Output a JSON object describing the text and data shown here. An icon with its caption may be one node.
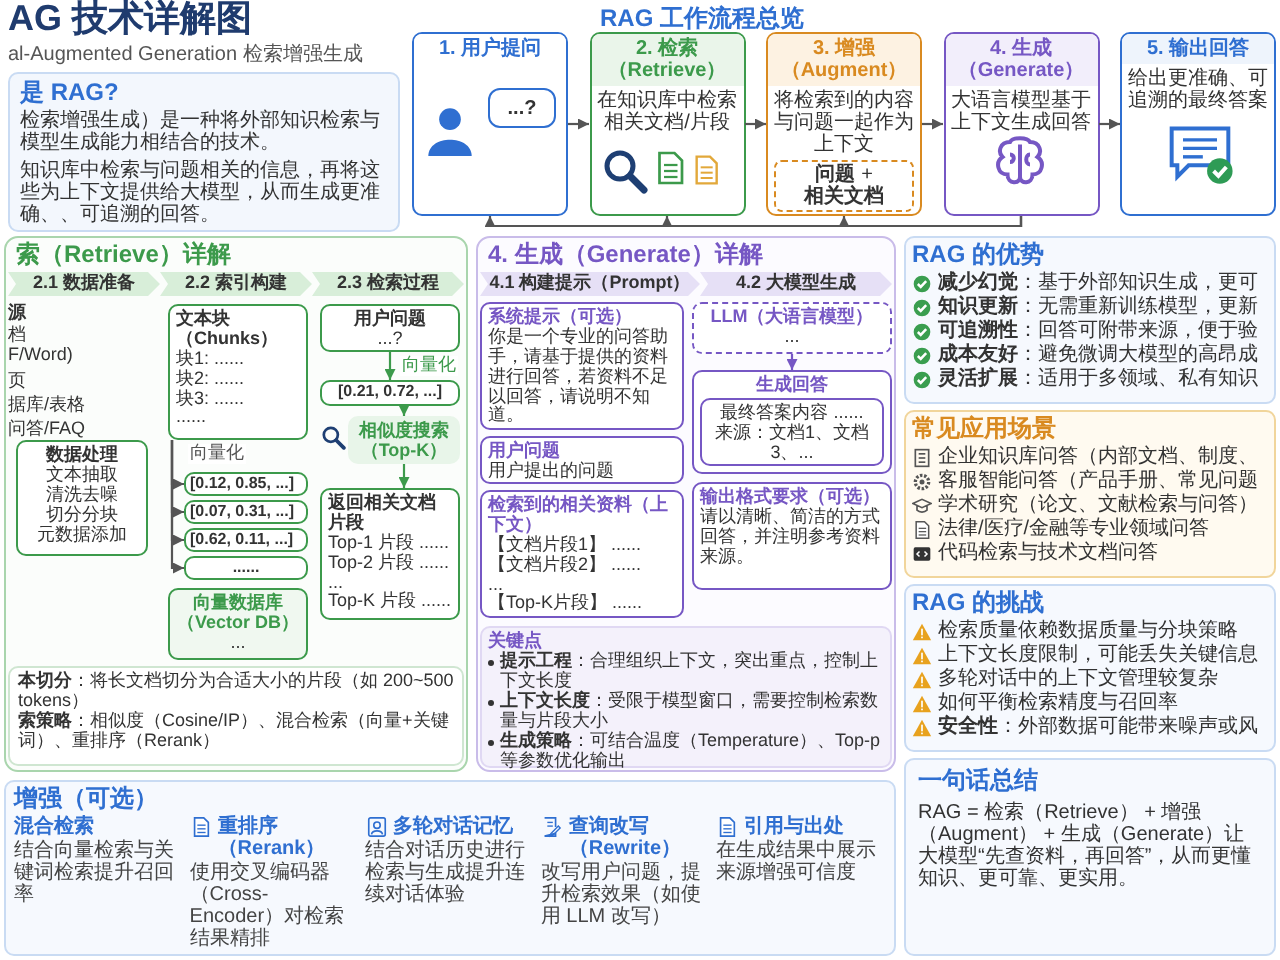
{
  "diagram": {
    "title": "AG 技术详解图",
    "nodes": [
      {
        "text": [
          "是 RAG?",
          "检索增强生成）是一种将外部知识检索与模型生成能力相结合的技术。",
          "知识库中检索与问题相关的信息，再将这些为上下文提供给大模型，从而生成更准确、、可追溯的回答。"
        ]
      },
      {
        "text": [
          "1. 用户提问"
        ]
      },
      {
        "text": [
          "...?"
        ],
        "in": 1
      },
      {
        "text": [
          "2. 检索（Retrieve）",
          "在知识库中检索相关文档/片段"
        ]
      },
      {
        "text": [
          "3. 增强（Augment）",
          "将检索到的内容与问题一起作为上下文"
        ]
      },
      {
        "text": [
          "问题",
          "+",
          "相关文档"
        ],
        "in": 4
      },
      {
        "text": [
          "4. 生成（Generate）",
          "大语言模型基于上下文生成回答"
        ]
      },
      {
        "text": [
          "5. 输出回答",
          "给出更准确、可追溯的最终答案"
        ]
      },
      {
        "text": [
          "索（Retrieve）详解"
        ]
      },
      {
        "text": [
          "2.1 数据准备"
        ],
        "in": 8
      },
      {
        "text": [
          "2.2 索引构建"
        ],
        "in": 8
      },
      {
        "text": [
          "2.3 检索过程"
        ],
        "in": 8
      },
      {
        "text": [
          "数据处理",
          "文本抽取",
          "清洗去噪",
          "切分分块",
          "元数据添加"
        ],
        "in": 8
      },
      {
        "text": [
          "文本块（Chunks）",
          "块1: ......",
          "块2: ......",
          "块3: ......",
          "......"
        ],
        "in": 8
      },
      {
        "text": [
          "[0.12, 0.85, ...]"
        ],
        "in": 8
      },
      {
        "text": [
          "[0.07, 0.31, ...]"
        ],
        "in": 8
      },
      {
        "text": [
          "[0.62, 0.11, ...]"
        ],
        "in": 8
      },
      {
        "text": [
          "......"
        ],
        "in": 8
      },
      {
        "text": [
          "向量数据库（Vector DB）",
          "..."
        ],
        "in": 8
      },
      {
        "text": [
          "用户问题",
          "...?"
        ],
        "in": 8
      },
      {
        "text": [
          "[0.21, 0.72, ...]"
        ],
        "in": 8
      },
      {
        "text": [
          "相似度搜索（Top-K）"
        ],
        "in": 8
      },
      {
        "text": [
          "返回相关文档片段",
          "Top-1 片段 ......",
          "Top-2 片段 ......",
          "...",
          "Top-K 片段 ......"
        ],
        "in": 8
      },
      {
        "text": [
          "**本切分**：将长文档切分为合适大小的片段（如 200~500 tokens）",
          "**索策略**：相似度（Cosine/IP）、混合检索（向量+关键词）、重排序（Rerank）"
        ],
        "in": 8
      },
      {
        "text": [
          "4. 生成（Generate）详解"
        ]
      },
      {
        "text": [
          "4.1 构建提示（Prompt）"
        ],
        "in": 24
      },
      {
        "text": [
          "4.2 大模型生成"
        ],
        "in": 24
      },
      {
        "text": [
          "系统提示（可选）",
          "你是一个专业的问答助手，请基于提供的资料进行回答，若资料不足以回答，请说明不知道。"
        ],
        "in": 24
      },
      {
        "text": [
          "用户问题",
          "用户提出的问题"
        ],
        "in": 24
      },
      {
        "text": [
          "检索到的相关资料（上下文）",
          "【文档片段1】 ......",
          "【文档片段2】 ......",
          "...",
          "【Top-K片段】 ......"
        ],
        "in": 24
      },
      {
        "text": [
          "输出格式要求（可选）",
          "请以清晰、简洁的方式回答，并注明参考资料来源。"
        ],
        "in": 24
      },
      {
        "text": [
          "LLM（大语言模型）",
          "..."
        ],
        "in": 24
      },
      {
        "text": [
          "生成回答"
        ],
        "in": 24
      },
      {
        "text": [
          "最终答案内容 ......",
          "来源：文档1、文档3、..."
        ],
        "in": 32
      },
      {
        "text": [
          "关键点",
          "**提示工程**：合理组织上下文，突出重点，控制上下文长度",
          "**上下文长度**：受限于模型窗口，需要控制检索数量与片段大小",
          "**生成策略**：可结合温度（Temperature）、Top-p 等参数优化输出"
        ],
        "in": 24
      },
      {
        "text": [
          "RAG 的优势",
          "**减少幻觉**：基于外部知识生成，更可",
          "**知识更新**：无需重新训练模型，更新",
          "**可追溯性**：回答可附带来源，便于验",
          "**成本友好**：避免微调大模型的高昂成",
          "**灵活扩展**：适用于多领域、私有知识"
        ]
      },
      {
        "text": [
          "常见应用场景",
          "企业知识库问答（内部文档、制度、",
          "客服智能问答（产品手册、常见问题",
          "学术研究（论文、文献检索与问答）",
          "法律/医疗/金融等专业领域问答",
          "代码检索与技术文档问答"
        ]
      },
      {
        "text": [
          "RAG 的挑战",
          "检索质量依赖数据质量与分块策略",
          "上下文长度限制，可能丢失关键信息",
          "多轮对话中的上下文管理较复杂",
          "如何平衡检索精度与召回率",
          "**安全性**：外部数据可能带来噪声或风"
        ]
      },
      {
        "text": [
          "增强（可选）",
          "混合检索",
          "结合向量检索与关键词检索提升召回率",
          "重排序（Rerank）",
          "使用交叉编码器（Cross-Encoder）对检索结果精排",
          "多轮对话记忆",
          "结合对话历史进行检索与生成提升连续对话体验",
          "查询改写（Rewrite）",
          "改写用户问题，提升检索效果（如使用 LLM 改写）",
          "引用与出处",
          "在生成结果中展示来源增强可信度"
        ]
      },
      {
        "text": [
          "一句话总结",
          "RAG = 检索（Retrieve） + 增强（Augment） + 生成（Generate）让大模型“先查资料，再回答”，从而更懂知识、更可靠、更实用。"
        ]
      }
    ],
    "edges": [
      {
        "from": 1,
        "to": 3,
        "arrow": "to"
      },
      {
        "from": 3,
        "to": 4,
        "arrow": "to"
      },
      {
        "from": 4,
        "to": 6,
        "arrow": "to"
      },
      {
        "from": 6,
        "to": 7,
        "arrow": "to"
      },
      {
        "from": 6,
        "to": 4,
        "arrow": "to"
      },
      {
        "from": 6,
        "to": 3,
        "arrow": "to"
      },
      {
        "from": 6,
        "to": 1,
        "arrow": "to"
      },
      {
        "from": 13,
        "to": 14,
        "arrow": "to",
        "label": "向量化"
      },
      {
        "from": 13,
        "to": 15,
        "arrow": "to"
      },
      {
        "from": 13,
        "to": 16,
        "arrow": "to"
      },
      {
        "from": 13,
        "to": 17,
        "arrow": "to"
      },
      {
        "from": 19,
        "to": 20,
        "arrow": "to",
        "label": "向量化",
        "color": "#3c9a4b"
      },
      {
        "from": 20,
        "to": 21,
        "arrow": "to",
        "color": "#3c9a4b"
      },
      {
        "from": 21,
        "to": 22,
        "arrow": "to",
        "color": "#3c9a4b"
      },
      {
        "from": 31,
        "to": 32,
        "arrow": "to",
        "color": "#7657c4"
      }
    ],
    "labels": [
      "al-Augmented Generation 检索增强生成",
      "RAG 工作流程总览",
      "源",
      "档 F/Word)",
      "页",
      "据库/表格",
      "问答/FAQ"
    ]
  }
}
